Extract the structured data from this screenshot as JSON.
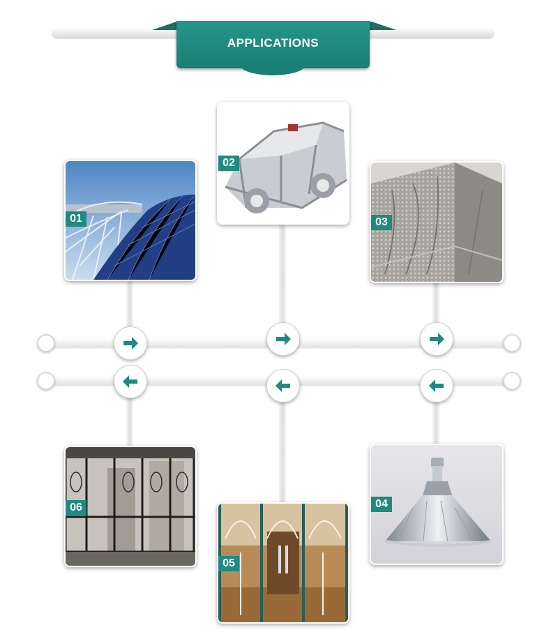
{
  "header": {
    "title": "APPLICATIONS"
  },
  "colors": {
    "accent": "#1f8a7f",
    "rail": "#e6e6e6"
  },
  "applications": [
    {
      "number": "01",
      "image": "solar-panel-roof"
    },
    {
      "number": "02",
      "image": "car-body-frame"
    },
    {
      "number": "03",
      "image": "perforated-facade"
    },
    {
      "number": "04",
      "image": "pendant-lamp"
    },
    {
      "number": "05",
      "image": "glass-doors"
    },
    {
      "number": "06",
      "image": "window-grilles"
    }
  ],
  "icons": {
    "forward": "arrow-right-icon",
    "back": "arrow-left-icon"
  }
}
